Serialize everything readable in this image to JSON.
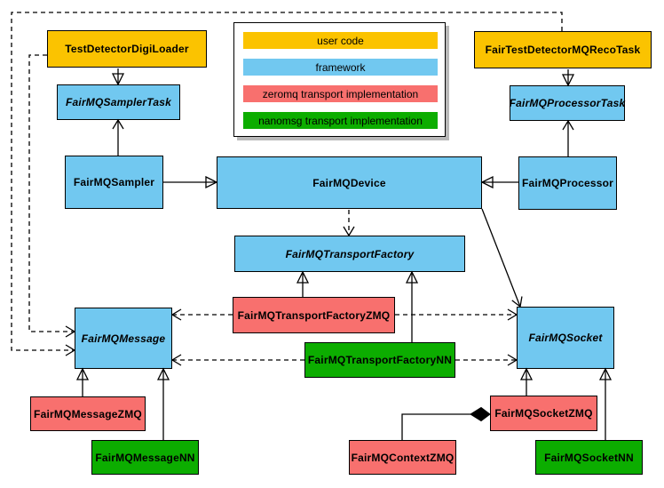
{
  "legend": {
    "items": [
      {
        "label": "user code",
        "color": "#FBC300"
      },
      {
        "label": "framework",
        "color": "#71C8F0"
      },
      {
        "label": "zeromq transport implementation",
        "color": "#F8706E"
      },
      {
        "label": "nanomsg transport implementation",
        "color": "#0CAD00"
      }
    ]
  },
  "nodes": {
    "test_detector_digi_loader": {
      "label": "TestDetectorDigiLoader",
      "category": "user code",
      "abstract": false
    },
    "fair_test_detector_mq_reco_task": {
      "label": "FairTestDetectorMQRecoTask",
      "category": "user code",
      "abstract": false
    },
    "fairmq_sampler_task": {
      "label": "FairMQSamplerTask",
      "category": "framework",
      "abstract": true
    },
    "fairmq_processor_task": {
      "label": "FairMQProcessorTask",
      "category": "framework",
      "abstract": true
    },
    "fairmq_sampler": {
      "label": "FairMQSampler",
      "category": "framework",
      "abstract": false
    },
    "fairmq_processor": {
      "label": "FairMQProcessor",
      "category": "framework",
      "abstract": false
    },
    "fairmq_device": {
      "label": "FairMQDevice",
      "category": "framework",
      "abstract": false
    },
    "fairmq_transport_factory": {
      "label": "FairMQTransportFactory",
      "category": "framework",
      "abstract": true
    },
    "fairmq_transport_factory_zmq": {
      "label": "FairMQTransportFactoryZMQ",
      "category": "zeromq transport implementation",
      "abstract": false
    },
    "fairmq_transport_factory_nn": {
      "label": "FairMQTransportFactoryNN",
      "category": "nanomsg transport implementation",
      "abstract": false
    },
    "fairmq_message": {
      "label": "FairMQMessage",
      "category": "framework",
      "abstract": true
    },
    "fairmq_message_zmq": {
      "label": "FairMQMessageZMQ",
      "category": "zeromq transport implementation",
      "abstract": false
    },
    "fairmq_message_nn": {
      "label": "FairMQMessageNN",
      "category": "nanomsg transport implementation",
      "abstract": false
    },
    "fairmq_socket": {
      "label": "FairMQSocket",
      "category": "framework",
      "abstract": true
    },
    "fairmq_socket_zmq": {
      "label": "FairMQSocketZMQ",
      "category": "zeromq transport implementation",
      "abstract": false
    },
    "fairmq_socket_nn": {
      "label": "FairMQSocketNN",
      "category": "nanomsg transport implementation",
      "abstract": false
    },
    "fairmq_context_zmq": {
      "label": "FairMQContextZMQ",
      "category": "zeromq transport implementation",
      "abstract": false
    }
  },
  "edges": [
    {
      "from": "TestDetectorDigiLoader",
      "to": "FairMQSamplerTask",
      "type": "inheritance"
    },
    {
      "from": "FairMQSampler",
      "to": "FairMQSamplerTask",
      "type": "association"
    },
    {
      "from": "FairTestDetectorMQRecoTask",
      "to": "FairMQProcessorTask",
      "type": "inheritance"
    },
    {
      "from": "FairMQProcessor",
      "to": "FairMQProcessorTask",
      "type": "association"
    },
    {
      "from": "FairMQSampler",
      "to": "FairMQDevice",
      "type": "inheritance"
    },
    {
      "from": "FairMQProcessor",
      "to": "FairMQDevice",
      "type": "inheritance"
    },
    {
      "from": "FairMQDevice",
      "to": "FairMQTransportFactory",
      "type": "dependency"
    },
    {
      "from": "FairMQDevice",
      "to": "FairMQSocket",
      "type": "association"
    },
    {
      "from": "FairMQTransportFactoryZMQ",
      "to": "FairMQTransportFactory",
      "type": "inheritance"
    },
    {
      "from": "FairMQTransportFactoryNN",
      "to": "FairMQTransportFactory",
      "type": "inheritance"
    },
    {
      "from": "FairMQTransportFactoryZMQ",
      "to": "FairMQMessage",
      "type": "dependency"
    },
    {
      "from": "FairMQTransportFactoryZMQ",
      "to": "FairMQSocket",
      "type": "dependency"
    },
    {
      "from": "FairMQTransportFactoryNN",
      "to": "FairMQMessage",
      "type": "dependency"
    },
    {
      "from": "FairMQTransportFactoryNN",
      "to": "FairMQSocket",
      "type": "dependency"
    },
    {
      "from": "FairMQMessageZMQ",
      "to": "FairMQMessage",
      "type": "inheritance"
    },
    {
      "from": "FairMQMessageNN",
      "to": "FairMQMessage",
      "type": "inheritance"
    },
    {
      "from": "FairMQSocketZMQ",
      "to": "FairMQSocket",
      "type": "inheritance"
    },
    {
      "from": "FairMQSocketNN",
      "to": "FairMQSocket",
      "type": "inheritance"
    },
    {
      "from": "FairMQContextZMQ",
      "to": "FairMQSocketZMQ",
      "type": "composition"
    },
    {
      "from": "TestDetectorDigiLoader",
      "to": "FairMQMessage",
      "type": "dependency"
    },
    {
      "from": "FairTestDetectorMQRecoTask",
      "to": "FairMQMessage",
      "type": "dependency"
    }
  ]
}
